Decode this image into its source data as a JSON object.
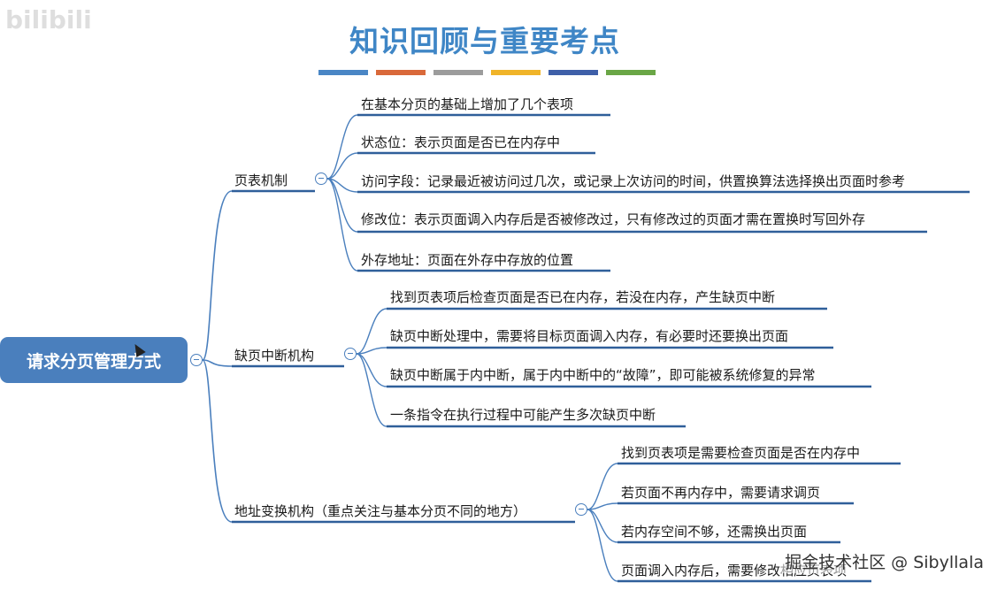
{
  "header": {
    "logo_text": "bilibili",
    "title": "知识回顾与重要考点",
    "color_bars": [
      "#4a86c5",
      "#d9693a",
      "#9c9c9c",
      "#f0b429",
      "#3e5fa8",
      "#6aa646"
    ]
  },
  "root": {
    "label": "请求分页管理方式"
  },
  "branches": [
    {
      "label": "页表机制",
      "items": [
        "在基本分页的基础上增加了几个表项",
        "状态位：表示页面是否已在内存中",
        "访问字段：记录最近被访问过几次，或记录上次访问的时间，供置换算法选择换出页面时参考",
        "修改位：表示页面调入内存后是否被修改过，只有修改过的页面才需在置换时写回外存",
        "外存地址：页面在外存中存放的位置"
      ]
    },
    {
      "label": "缺页中断机构",
      "items": [
        "找到页表项后检查页面是否已在内存，若没在内存，产生缺页中断",
        "缺页中断处理中，需要将目标页面调入内存，有必要时还要换出页面",
        "缺页中断属于内中断，属于内中断中的“故障”，即可能被系统修复的异常",
        "一条指令在执行过程中可能产生多次缺页中断"
      ]
    },
    {
      "label": "地址变换机构（重点关注与基本分页不同的地方）",
      "items": [
        "找到页表项是需要检查页面是否在内存中",
        "若页面不再内存中，需要请求调页",
        "若内存空间不够，还需换出页面",
        "页面调入内存后，需要修改相应页表项"
      ]
    }
  ],
  "watermark": "掘金技术社区 @ Sibyllala",
  "colors": {
    "accent": "#4a7fbd",
    "title": "#3f86c6",
    "underline": "#2f5f9a"
  }
}
